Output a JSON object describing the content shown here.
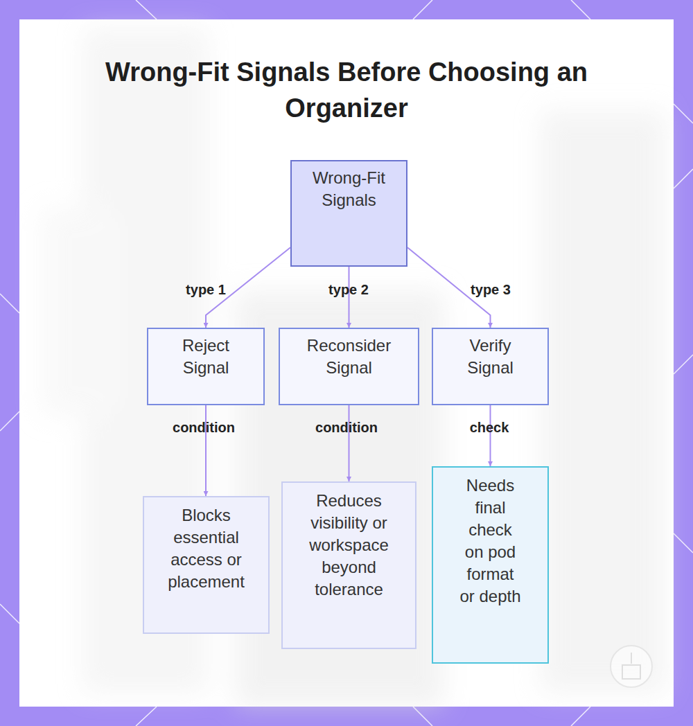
{
  "diagram": {
    "title": "Wrong-Fit Signals Before Choosing an Organizer",
    "nodes": [
      {
        "text": [
          "Wrong-Fit Signals"
        ]
      },
      {
        "text": [
          "Reject Signal"
        ]
      },
      {
        "text": [
          "Reconsider Signal"
        ]
      },
      {
        "text": [
          "Verify Signal"
        ]
      },
      {
        "text": [
          "Blocks essential access or placement"
        ]
      },
      {
        "text": [
          "Reduces visibility or workspace beyond tolerance"
        ]
      },
      {
        "text": [
          "Needs final check on pod format or depth"
        ]
      }
    ],
    "edges": [
      {
        "from": 0,
        "to": 1,
        "arrow": "to",
        "label": "type 1"
      },
      {
        "from": 0,
        "to": 2,
        "arrow": "to",
        "label": "type 2"
      },
      {
        "from": 0,
        "to": 3,
        "arrow": "to",
        "label": "type 3"
      },
      {
        "from": 1,
        "to": 4,
        "arrow": "to",
        "label": "condition"
      },
      {
        "from": 2,
        "to": 5,
        "arrow": "to",
        "label": "condition"
      },
      {
        "from": 3,
        "to": 6,
        "arrow": "to",
        "label": "check"
      }
    ]
  }
}
